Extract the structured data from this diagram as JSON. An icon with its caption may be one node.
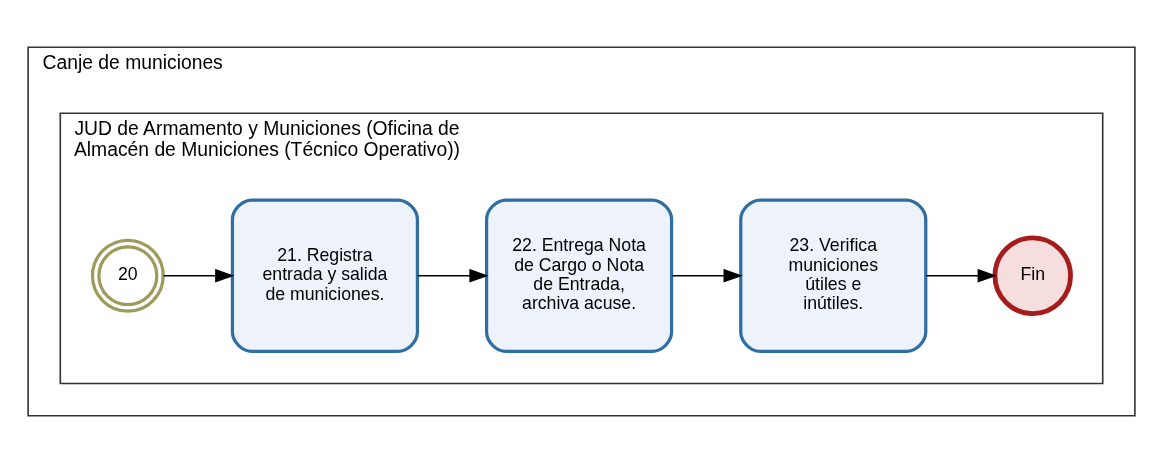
{
  "diagram": {
    "nodes": [
      {
        "text": [
          "Canje de municiones"
        ]
      },
      {
        "text": [
          "JUD de Armamento y Municiones (Oficina de Almacén de Municiones (Técnico Operativo))"
        ],
        "in": 0
      },
      {
        "text": [
          "20"
        ],
        "in": 1
      },
      {
        "text": [
          "21. Registra entrada y salida de municiones."
        ],
        "in": 1
      },
      {
        "text": [
          "22. Entrega Nota de Cargo o Nota de Entrada, archiva acuse."
        ],
        "in": 1
      },
      {
        "text": [
          "23. Verifica municiones útiles e inútiles."
        ],
        "in": 1
      },
      {
        "text": [
          "Fin"
        ],
        "in": 1
      }
    ],
    "edges": [
      {
        "from": 2,
        "to": 3,
        "arrow": "to"
      },
      {
        "from": 3,
        "to": 4,
        "arrow": "to"
      },
      {
        "from": 4,
        "to": 5,
        "arrow": "to"
      },
      {
        "from": 5,
        "to": 6,
        "arrow": "to"
      }
    ]
  }
}
